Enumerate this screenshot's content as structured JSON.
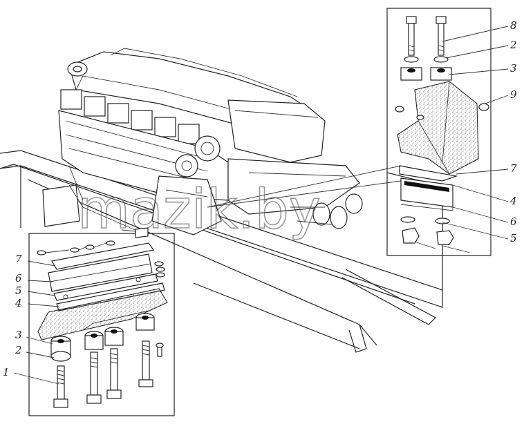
{
  "watermark": "mazik.by",
  "left_panel": {
    "callouts": [
      "7",
      "6",
      "5",
      "4",
      "3",
      "2",
      "1"
    ]
  },
  "right_panel": {
    "callouts": [
      "8",
      "2",
      "3",
      "9",
      "7",
      "4",
      "6",
      "5"
    ]
  },
  "colors": {
    "ink": "#222222",
    "paper": "#ffffff"
  }
}
